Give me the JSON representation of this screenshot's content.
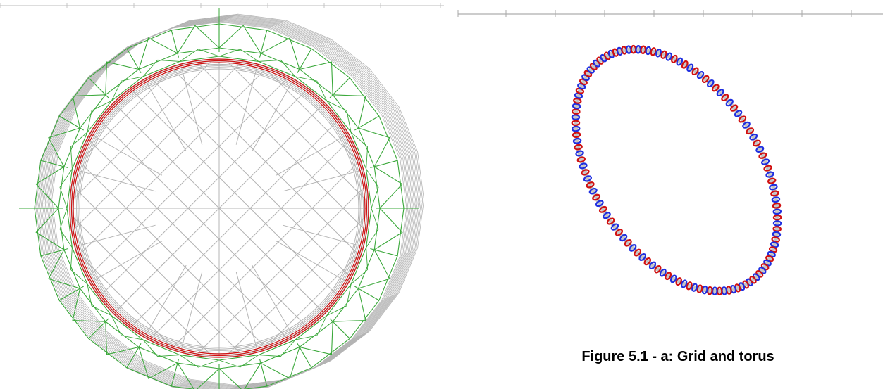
{
  "figure": {
    "caption": "Figure 5.1 - a: Grid and torus"
  },
  "colors": {
    "background": "#ffffff",
    "grid_gray": "#b4b4b4",
    "axis_gray": "#9a9a9a",
    "mesh_green": "#3aa83a",
    "torus_red": "#d01010",
    "torus_blue": "#1f2fe0"
  },
  "left_panel": {
    "description": "grid mesh with outer green shells and red torus band",
    "radial_segments": 24,
    "outer_rings": 3,
    "inner_rings": 7
  },
  "right_panel": {
    "description": "ring of small tori arranged on a tilted ellipse",
    "torus_count": 120
  }
}
